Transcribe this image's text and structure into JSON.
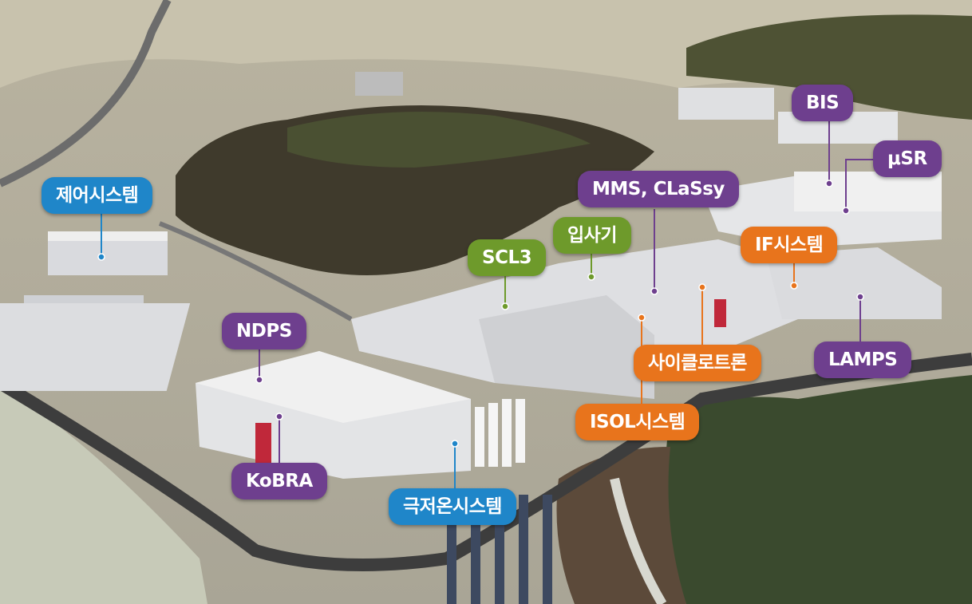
{
  "colors": {
    "purple": "#6e3f8e",
    "blue": "#1f86c9",
    "green": "#6e9a2b",
    "orange": "#e8741c"
  },
  "labels": {
    "bis": "BIS",
    "usr": "μSR",
    "mms": "MMS, CLaSsy",
    "control": "제어시스템",
    "injector": "입사기",
    "scl3": "SCL3",
    "if_system": "IF시스템",
    "ndps": "NDPS",
    "cyclotron": "사이클로트론",
    "lamps": "LAMPS",
    "isol": "ISOL시스템",
    "kobra": "KoBRA",
    "cryo": "극저온시스템"
  }
}
